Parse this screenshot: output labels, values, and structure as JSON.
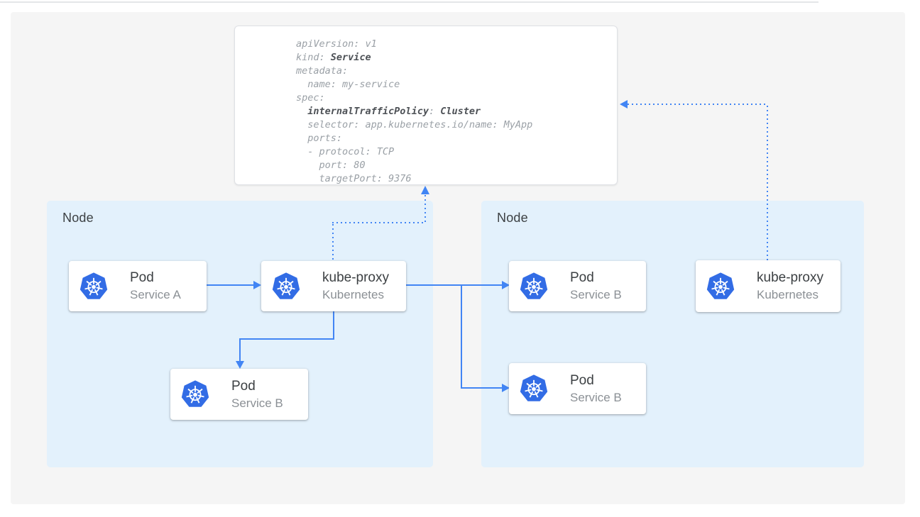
{
  "colors": {
    "accent": "#4285f4",
    "k8s_blue": "#326ce5",
    "node_fill": "#e3f1fc",
    "canvas_bg": "#f5f5f5",
    "card_title": "#3c4043",
    "card_subtitle": "#8b9095",
    "code_regular": "#9aa0a6",
    "code_bold": "#4d5156"
  },
  "yaml": {
    "lines": [
      [
        {
          "t": "apiVersion: v1",
          "b": false
        }
      ],
      [
        {
          "t": "kind: ",
          "b": false
        },
        {
          "t": "Service",
          "b": true
        }
      ],
      [
        {
          "t": "metadata:",
          "b": false
        }
      ],
      [
        {
          "t": "  name: my-service",
          "b": false
        }
      ],
      [
        {
          "t": "spec:",
          "b": false
        }
      ],
      [
        {
          "t": "  ",
          "b": false
        },
        {
          "t": "internalTrafficPolicy",
          "b": true
        },
        {
          "t": ": ",
          "b": false
        },
        {
          "t": "Cluster",
          "b": true
        }
      ],
      [
        {
          "t": "  selector: app.kubernetes.io/name: MyApp",
          "b": false
        }
      ],
      [
        {
          "t": "  ports:",
          "b": false
        }
      ],
      [
        {
          "t": "  - protocol: TCP",
          "b": false
        }
      ],
      [
        {
          "t": "    port: 80",
          "b": false
        }
      ],
      [
        {
          "t": "    targetPort: 9376",
          "b": false
        }
      ]
    ]
  },
  "nodes": [
    {
      "label": "Node"
    },
    {
      "label": "Node"
    }
  ],
  "cards": [
    {
      "title": "Pod",
      "subtitle": "Service A"
    },
    {
      "title": "kube-proxy",
      "subtitle": "Kubernetes"
    },
    {
      "title": "Pod",
      "subtitle": "Service B"
    },
    {
      "title": "Pod",
      "subtitle": "Service B"
    },
    {
      "title": "Pod",
      "subtitle": "Service B"
    },
    {
      "title": "kube-proxy",
      "subtitle": "Kubernetes"
    }
  ],
  "icons": {
    "kubernetes": "kubernetes-helm-wheel"
  }
}
